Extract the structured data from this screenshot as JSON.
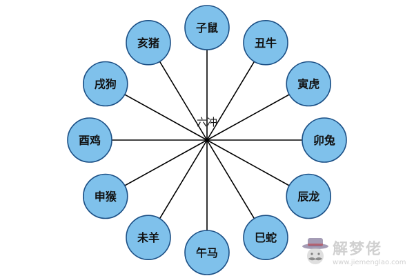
{
  "diagram": {
    "center_label": "六冲",
    "accent_fill": "#7fc1eb",
    "accent_stroke": "#1b4f85",
    "nodes": [
      {
        "id": "zi-shu",
        "label": "子鼠"
      },
      {
        "id": "chou-niu",
        "label": "丑牛"
      },
      {
        "id": "yin-hu",
        "label": "寅虎"
      },
      {
        "id": "mao-tu",
        "label": "卯兔"
      },
      {
        "id": "chen-long",
        "label": "辰龙"
      },
      {
        "id": "si-she",
        "label": "巳蛇"
      },
      {
        "id": "wu-ma",
        "label": "午马"
      },
      {
        "id": "wei-yang",
        "label": "未羊"
      },
      {
        "id": "shen-hou",
        "label": "申猴"
      },
      {
        "id": "you-ji",
        "label": "酉鸡"
      },
      {
        "id": "xu-gou",
        "label": "戌狗"
      },
      {
        "id": "hai-zhu",
        "label": "亥猪"
      }
    ]
  },
  "watermark": {
    "text": "解梦佬",
    "url": "www.jiemenglao.com",
    "icon": "hat-mustache-face-icon"
  }
}
